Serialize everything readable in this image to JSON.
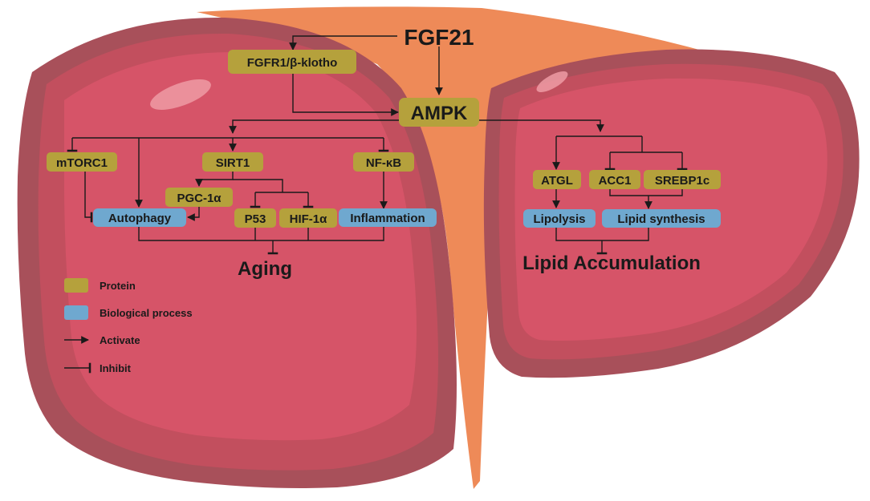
{
  "colors": {
    "protein": "#b5a13c",
    "process": "#6fa8cf",
    "liver_outer": "#a8505a",
    "liver_mid": "#c24f5e",
    "liver_inner": "#d65468",
    "ligament": "#ee8a58"
  },
  "nodes": {
    "fgf21": "FGF21",
    "fgfr1": "FGFR1/β-klotho",
    "ampk": "AMPK",
    "mtorc1": "mTORC1",
    "sirt1": "SIRT1",
    "nfkb": "NF-κB",
    "pgc1a": "PGC-1α",
    "p53": "P53",
    "hif1a": "HIF-1α",
    "autophagy": "Autophagy",
    "inflammation": "Inflammation",
    "aging": "Aging",
    "atgl": "ATGL",
    "acc1": "ACC1",
    "srebp1c": "SREBP1c",
    "lipolysis": "Lipolysis",
    "lipid_synthesis": "Lipid synthesis",
    "lipid_accumulation": "Lipid Accumulation"
  },
  "legend": {
    "protein": "Protein",
    "process": "Biological process",
    "activate": "Activate",
    "inhibit": "Inhibit"
  }
}
